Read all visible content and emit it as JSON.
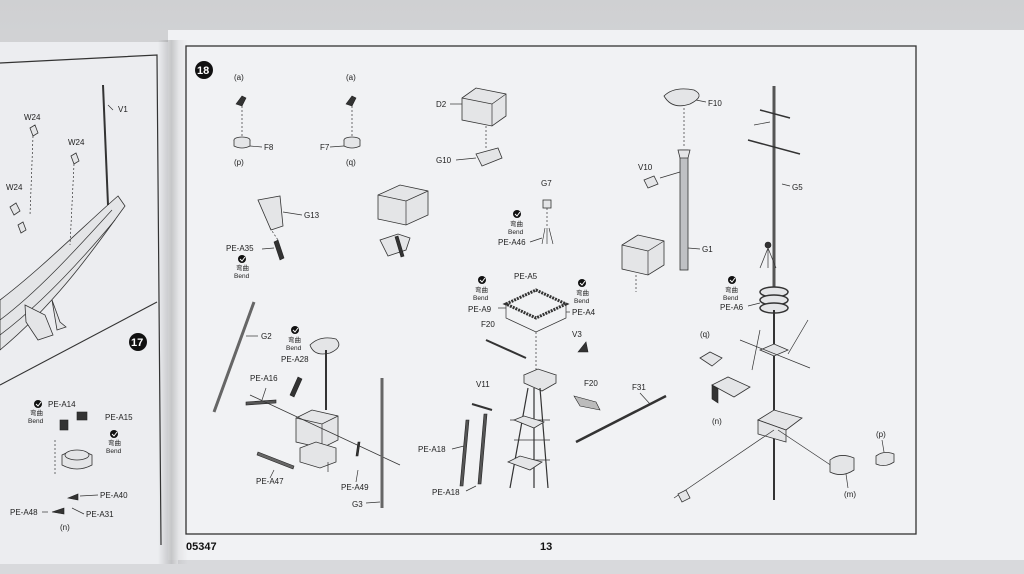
{
  "footer": {
    "code": "05347",
    "page_number": "13"
  },
  "steps": {
    "step17": "17",
    "step18": "18"
  },
  "labels": {
    "V1": "V1",
    "W24": "W24",
    "PE_A14": "PE-A14",
    "PE_A15": "PE-A15",
    "PE_A40": "PE-A40",
    "PE_A48": "PE-A48",
    "PE_A31": "PE-A31",
    "n": "(n)",
    "a": "(a)",
    "p": "(p)",
    "q": "(q)",
    "m": "(m)",
    "F8": "F8",
    "F7": "F7",
    "F10": "F10",
    "F20": "F20",
    "F31": "F31",
    "D2": "D2",
    "G10": "G10",
    "G7": "G7",
    "G13": "G13",
    "G2": "G2",
    "G3": "G3",
    "G1": "G1",
    "G5": "G5",
    "V10": "V10",
    "V3": "V3",
    "V11": "V11",
    "PE_A35": "PE-A35",
    "PE_A46": "PE-A46",
    "PE_A5": "PE-A5",
    "PE_A9": "PE-A9",
    "PE_A4": "PE-A4",
    "PE_A28": "PE-A28",
    "PE_A16": "PE-A16",
    "PE_A47": "PE-A47",
    "PE_A49": "PE-A49",
    "PE_A18": "PE-A18",
    "PE_A6": "PE-A6"
  },
  "bend": {
    "cn": "弯曲",
    "en": "Bend"
  }
}
